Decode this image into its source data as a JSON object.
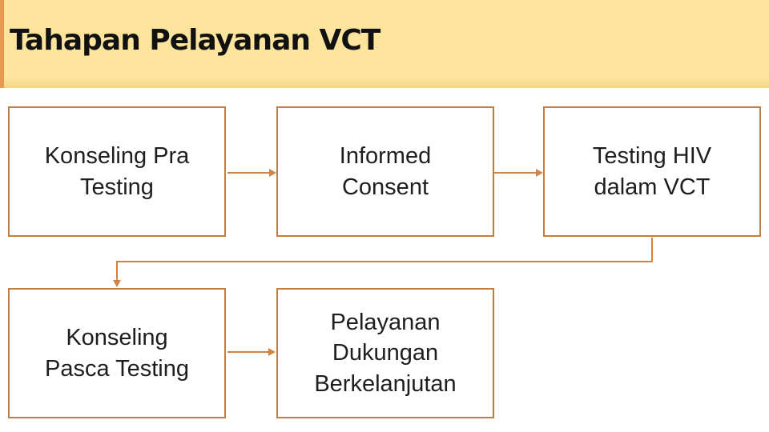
{
  "slide": {
    "title": "Tahapan Pelayanan VCT"
  },
  "colors": {
    "header_bg": "#FCE49D",
    "header_bg_bottom": "#F2D685",
    "header_stripe": "#E89950",
    "box_border": "#C17E45",
    "connector": "#CF8445",
    "text": "#1E1E1E",
    "page_bg": "#FFFFFF"
  },
  "diagram": {
    "boxes": [
      {
        "id": "konseling-pra-testing",
        "label": "Konseling Pra\nTesting"
      },
      {
        "id": "informed-consent",
        "label": "Informed\nConsent"
      },
      {
        "id": "testing-hiv-dalam-vct",
        "label": "Testing HIV\ndalam VCT"
      },
      {
        "id": "konseling-pasca-testing",
        "label": "Konseling\nPasca Testing"
      },
      {
        "id": "pelayanan-dukungan-berkelanjutan",
        "label": "Pelayanan\nDukungan\nBerkelanjutan"
      }
    ],
    "connections": [
      {
        "from": "konseling-pra-testing",
        "to": "informed-consent"
      },
      {
        "from": "informed-consent",
        "to": "testing-hiv-dalam-vct"
      },
      {
        "from": "testing-hiv-dalam-vct",
        "to": "konseling-pasca-testing"
      },
      {
        "from": "konseling-pasca-testing",
        "to": "pelayanan-dukungan-berkelanjutan"
      }
    ]
  }
}
